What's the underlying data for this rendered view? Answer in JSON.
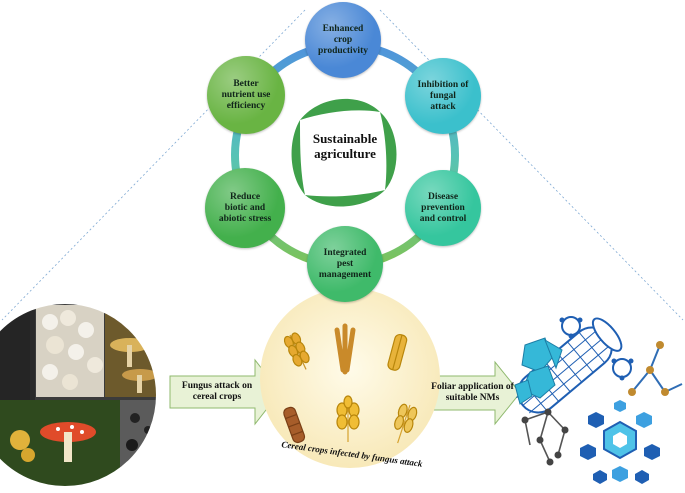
{
  "center": {
    "line1": "Sustainable",
    "line2": "agriculture"
  },
  "cycle_nodes": [
    {
      "lines": [
        "Enhanced",
        "crop",
        "productivity"
      ],
      "color": "#4a88d6"
    },
    {
      "lines": [
        "Inhibition of",
        "fungal",
        "attack"
      ],
      "color": "#3bc0cc"
    },
    {
      "lines": [
        "Disease",
        "prevention",
        "and control"
      ],
      "color": "#35c69e"
    },
    {
      "lines": [
        "Integrated",
        "pest",
        "management"
      ],
      "color": "#3fba6a"
    },
    {
      "lines": [
        "Reduce",
        "biotic and",
        "abiotic stress"
      ],
      "color": "#43b04c"
    },
    {
      "lines": [
        "Better",
        "nutrient use",
        "efficiency"
      ],
      "color": "#69b443"
    }
  ],
  "left_arrow": {
    "line1": "Fungus attack on",
    "line2": "cereal crops"
  },
  "right_arrow": {
    "line1": "Foliar application of",
    "line2": "suitable NMs"
  },
  "crop_caption": "Cereal crops infected by fungus attack",
  "colors": {
    "ring_blue": "#4f93dc",
    "ring_green": "#7cc35a",
    "leaf": "#3fa04a",
    "arrow_fill": "#e8f2d6",
    "arrow_stroke": "#8fb96e",
    "crop_disc": "#fbf1cf",
    "nano_cyan": "#35b8d8",
    "nano_blue": "#1f5fb3"
  }
}
